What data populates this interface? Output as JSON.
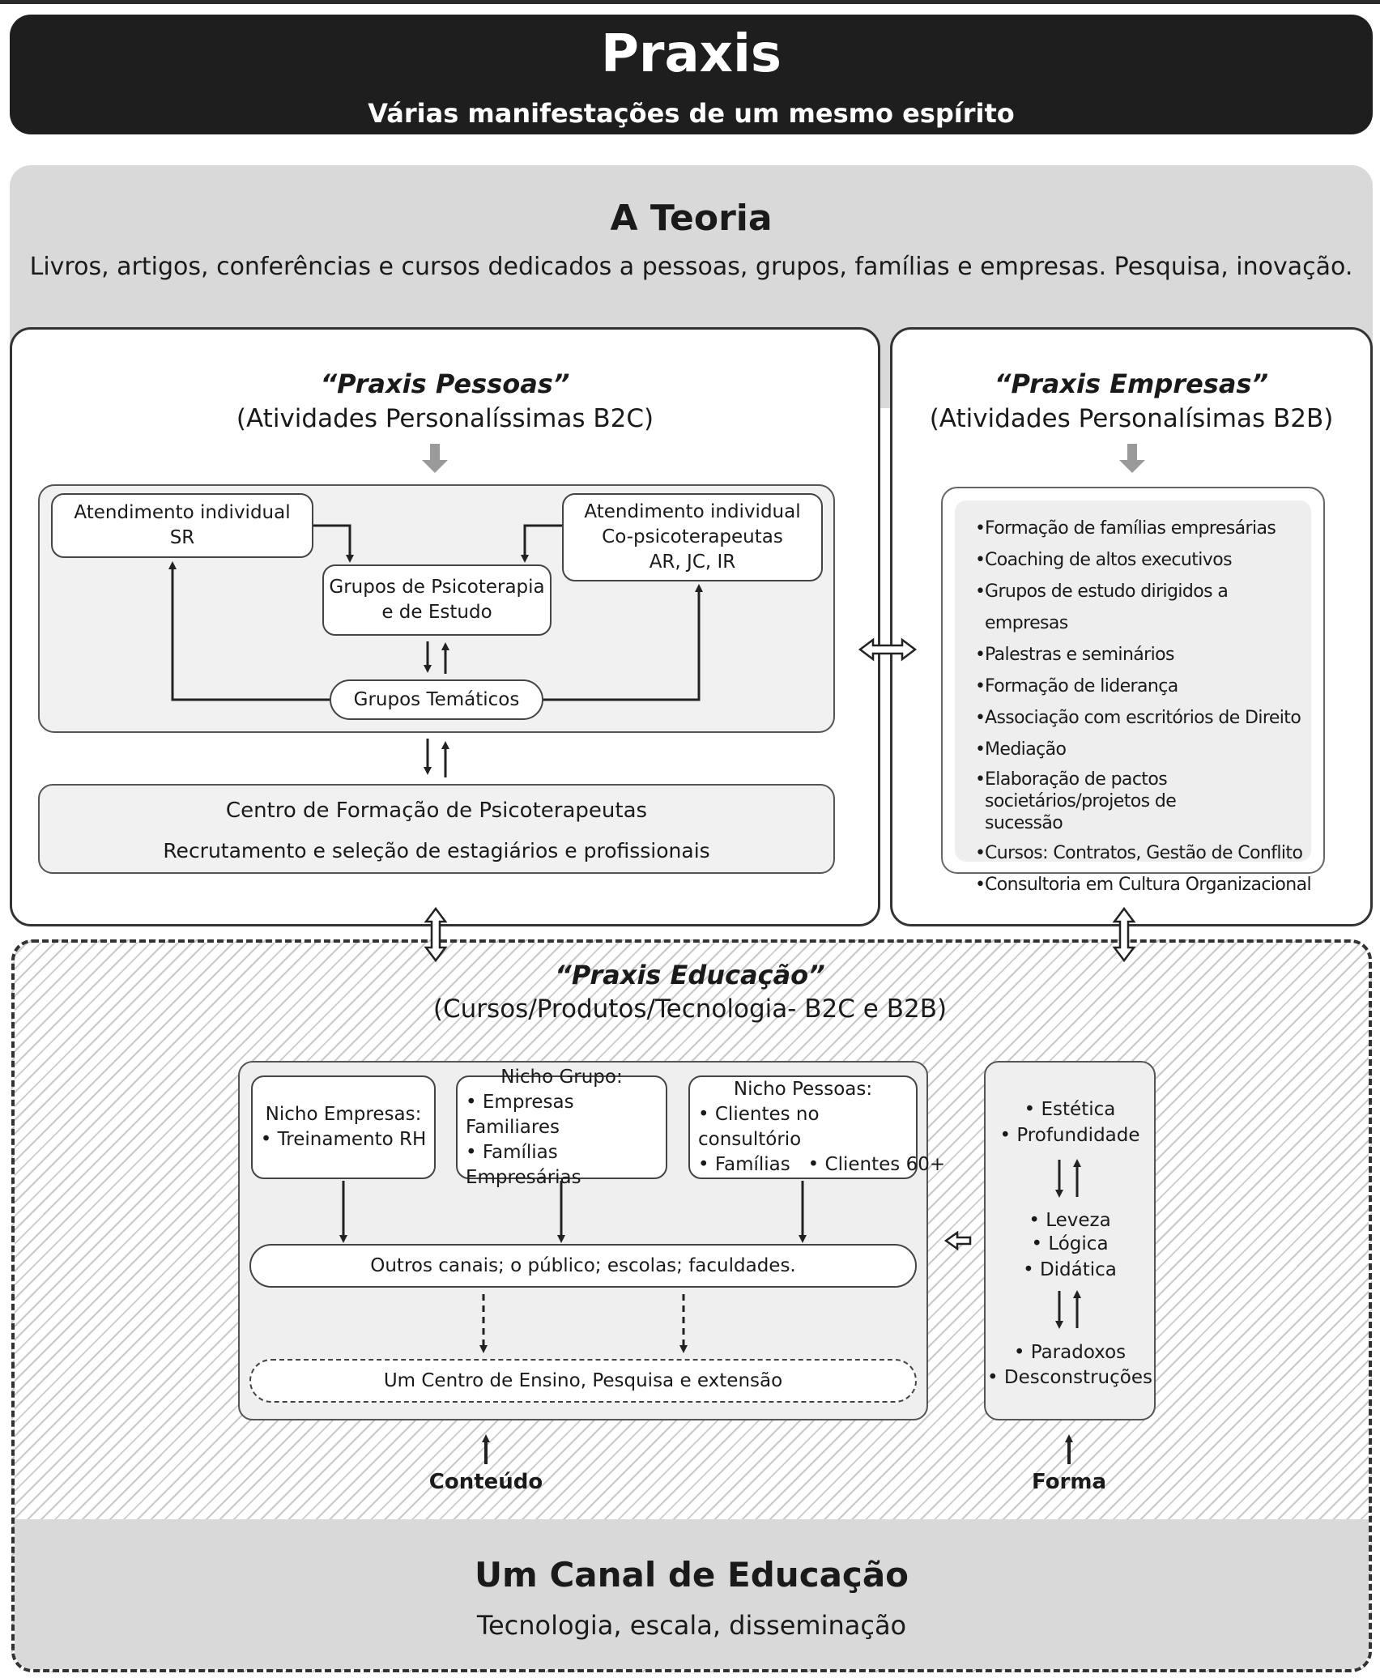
{
  "header": {
    "title": "Praxis",
    "subtitle": "Várias manifestações de um mesmo espírito"
  },
  "theory": {
    "title": "A Teoria",
    "subtitle": "Livros, artigos, conferências e cursos dedicados a pessoas, grupos, famílias e empresas. Pesquisa, inovação."
  },
  "pessoas": {
    "title": "“Praxis Pessoas”",
    "subtitle": "(Atividades Personalíssimas B2C)",
    "box_individual_sr": [
      "Atendimento individual",
      "SR"
    ],
    "box_copsico": [
      "Atendimento individual",
      "Co-psicoterapeutas",
      "AR, JC, IR"
    ],
    "box_grupos_psico": [
      "Grupos de Psicoterapia",
      "e de Estudo"
    ],
    "grupos_tematicos": "Grupos Temáticos",
    "centro_line1": "Centro de Formação de Psicoterapeutas",
    "centro_line2": "Recrutamento e seleção de estagiários e profissionais"
  },
  "empresas": {
    "title": "“Praxis Empresas”",
    "subtitle": "(Atividades Personalísimas B2B)",
    "items": [
      "Formação de famílias empresárias",
      "Coaching de altos executivos",
      "Grupos de estudo dirigidos a empresas",
      "Palestras e seminários",
      "Formação de liderança",
      "Associação com escritórios de Direito",
      "Mediação",
      "Elaboração de pactos societários/projetos de sucessão",
      "Cursos: Contratos, Gestão de Conflito",
      "Consultoria em Cultura Organizacional"
    ]
  },
  "educacao": {
    "title": "“Praxis Educação”",
    "subtitle": "(Cursos/Produtos/Tecnologia- B2C e B2B)",
    "nicho_empresas": [
      "Nicho Empresas:",
      "• Treinamento RH"
    ],
    "nicho_grupo": [
      "Nicho Grupo:",
      "• Empresas Familiares",
      "• Famílias Empresárias"
    ],
    "nicho_pessoas": [
      "Nicho Pessoas:",
      "• Clientes no consultório",
      "• Famílias   • Clientes 60+"
    ],
    "outros_canais": "Outros canais; o público; escolas; faculdades.",
    "centro_ensino": "Um Centro de Ensino, Pesquisa e extensão",
    "forma_items": {
      "group1": [
        "• Estética",
        "• Profundidade"
      ],
      "group2": [
        "• Leveza",
        "• Lógica",
        "• Didática"
      ],
      "group3": [
        "• Paradoxos",
        "• Desconstruções"
      ]
    },
    "conteudo_label": "Conteúdo",
    "forma_label": "Forma"
  },
  "canal": {
    "title": "Um Canal de Educação",
    "subtitle": "Tecnologia, escala, disseminação"
  }
}
